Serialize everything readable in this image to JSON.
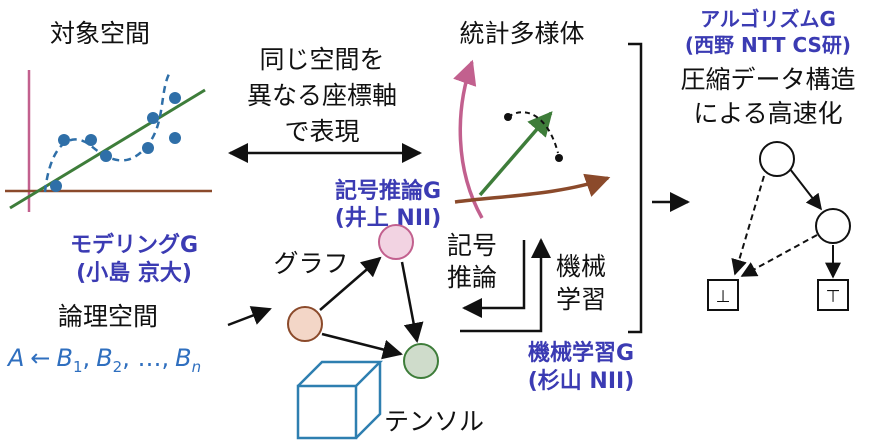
{
  "labels": {
    "target_space": "対象空間",
    "same_space_l1": "同じ空間を",
    "same_space_l2": "異なる座標軸",
    "same_space_l3": "で表現",
    "stat_manifold": "統計多様体",
    "logic_space": "論理空間",
    "graph": "グラフ",
    "tensor": "テンソル",
    "symbolic_reasoning_l1": "記号",
    "symbolic_reasoning_l2": "推論",
    "machine_learning_l1": "機械",
    "machine_learning_l2": "学習",
    "compressed_l1": "圧縮データ構造",
    "compressed_l2": "による高速化"
  },
  "formula": {
    "A": "A",
    "arrow": "←",
    "B1": "B",
    "s1": "1",
    "sep1": ",",
    "B2": "B",
    "s2": "2",
    "sep2": ", …,",
    "Bn": "B",
    "sn": "n"
  },
  "groups": {
    "algorithm_l1": "アルゴリズムG",
    "algorithm_l2": "(西野 NTT CS研)",
    "symbolic_l1": "記号推論G",
    "symbolic_l2": "(井上 NII)",
    "modeling_l1": "モデリングG",
    "modeling_l2": "(小島 京大)",
    "ml_l1": "機械学習G",
    "ml_l2": "(杉山 NII)"
  },
  "leaves": {
    "bottom": "⊥",
    "top": "⊤"
  },
  "colors": {
    "group_text": "#3b3bb3",
    "formula": "#2f6fbf",
    "axis_brown": "#8b4a2b",
    "axis_pink": "#c2608e",
    "regression_green": "#3e7d3a",
    "scatter_blue": "#2f6fa8",
    "node_pink": "#f2d3e2",
    "node_orange": "#f3d6c7",
    "node_green": "#cfdccb",
    "cube_blue": "#2e7fb0"
  }
}
